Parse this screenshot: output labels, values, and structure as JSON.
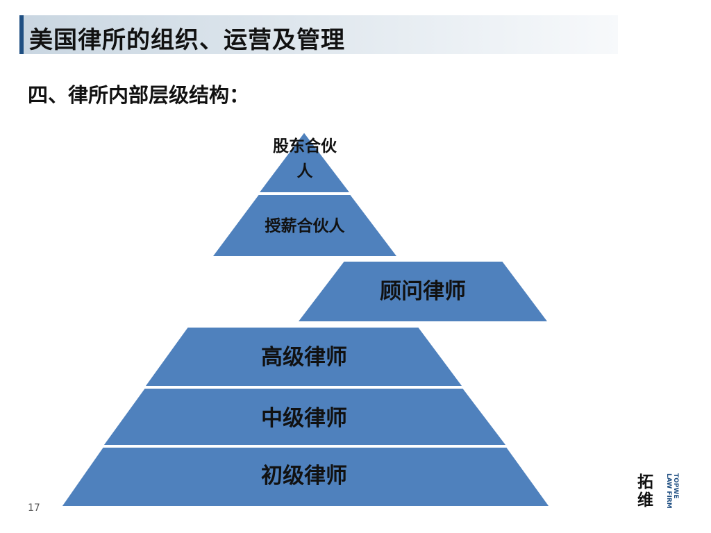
{
  "slide": {
    "title": "美国律所的组织、运营及管理",
    "section_heading": "四、律所内部层级结构：",
    "page_number": "17"
  },
  "pyramid": {
    "fill_color": "#4f81bd",
    "border_color": "#ffffff",
    "tiers": {
      "equity_partner_line1": "股东合伙",
      "equity_partner_line2": "人",
      "salaried_partner": "授薪合伙人",
      "of_counsel": "顾问律师",
      "senior_associate": "高级律师",
      "mid_associate": "中级律师",
      "junior_associate": "初级律师"
    }
  },
  "logo": {
    "chinese_line1": "拓",
    "chinese_line2": "维",
    "english_line1": "TOPWE",
    "english_line2": "LAW FIRM"
  }
}
